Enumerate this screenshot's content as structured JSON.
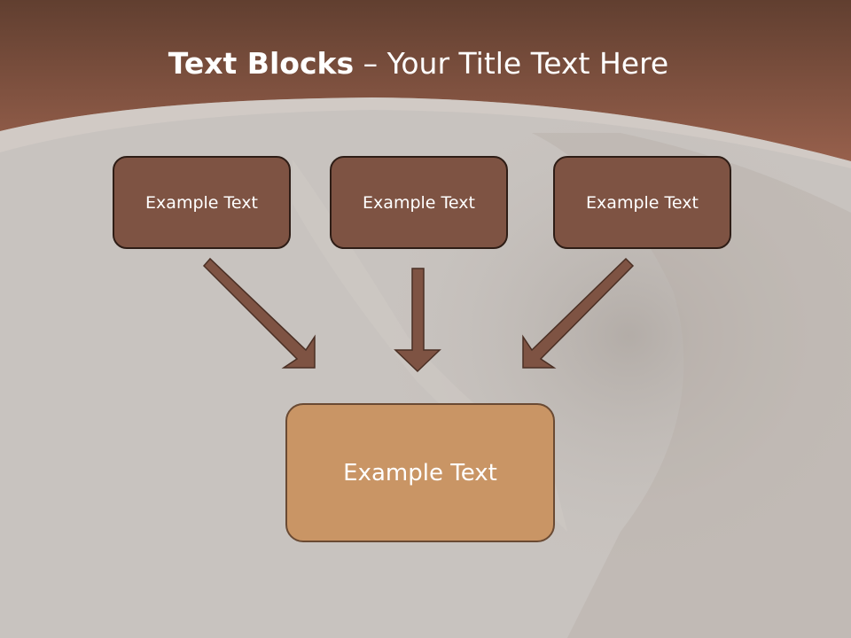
{
  "slide": {
    "title_bold": "Text Blocks",
    "title_dash": " – ",
    "title_rest": "Your Title Text Here"
  },
  "boxes": {
    "top": [
      {
        "label": "Example Text"
      },
      {
        "label": "Example Text"
      },
      {
        "label": "Example Text"
      }
    ],
    "bottom": {
      "label": "Example Text"
    }
  },
  "colors": {
    "header_brown": "#8a5545",
    "box_brown": "#7e5343",
    "bottom_box_tan": "#c99565",
    "background_gray": "#c8c3bf",
    "arrow_brown": "#7e5343"
  }
}
